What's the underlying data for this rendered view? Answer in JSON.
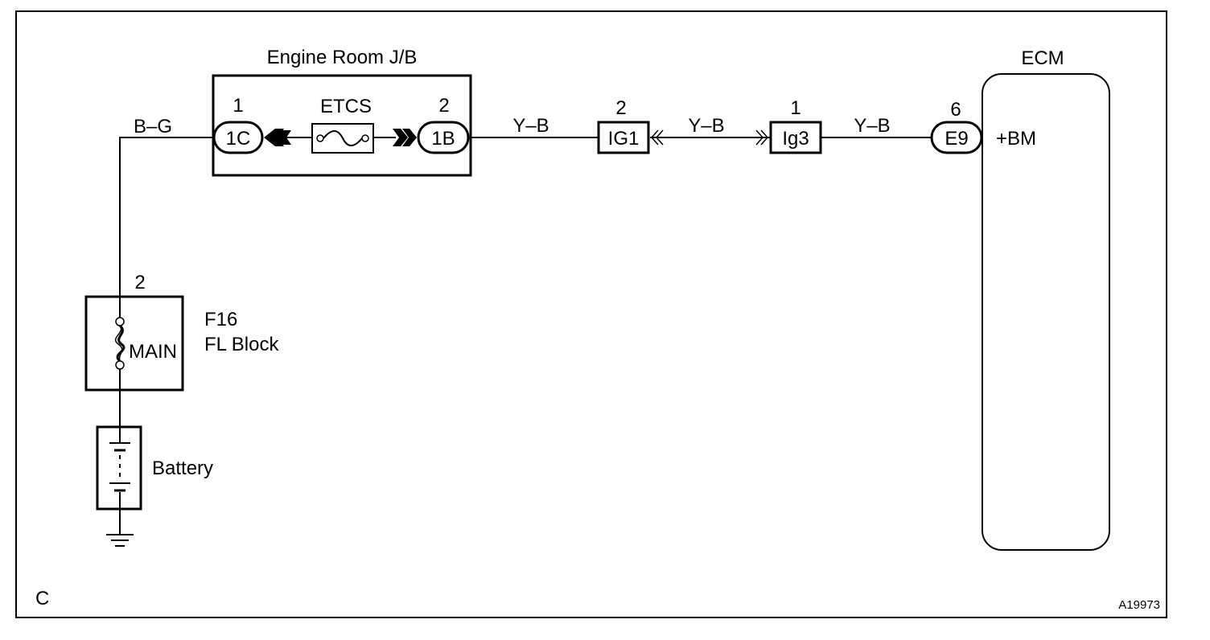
{
  "frame": {
    "corner_label": "C",
    "figure_code": "A19973"
  },
  "engine_room_jb": {
    "title": "Engine Room J/B",
    "left_connector": {
      "pin": "1",
      "label": "1C"
    },
    "fuse": {
      "label": "ETCS"
    },
    "right_connector": {
      "pin": "2",
      "label": "1B"
    }
  },
  "ig1": {
    "pin": "2",
    "label": "IG1"
  },
  "ig3": {
    "pin": "1",
    "label": "Ig3"
  },
  "ecm": {
    "title": "ECM",
    "connector": {
      "pin": "6",
      "label": "E9"
    },
    "terminal": "+BM"
  },
  "wires": {
    "left": "B–G",
    "seg1": "Y–B",
    "seg2": "Y–B",
    "seg3": "Y–B"
  },
  "fl_block": {
    "pin": "2",
    "code": "F16",
    "name": "FL Block",
    "fuse_label": "MAIN"
  },
  "battery": {
    "label": "Battery"
  }
}
